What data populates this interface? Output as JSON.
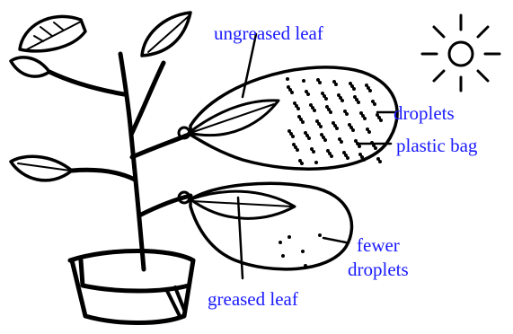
{
  "colors": {
    "label_text": "#1a1aff",
    "ink": "#000000",
    "background": "#ffffff"
  },
  "diagram": {
    "labels": {
      "ungreased_leaf": "ungreased leaf",
      "droplets": "droplets",
      "plastic_bag": "plastic bag",
      "fewer_droplets_line1": "fewer",
      "fewer_droplets_line2": "droplets",
      "greased_leaf": "greased leaf"
    },
    "icons": [
      "sun-icon",
      "potted-plant-icon",
      "plastic-bag-icon",
      "droplet-icon"
    ]
  }
}
